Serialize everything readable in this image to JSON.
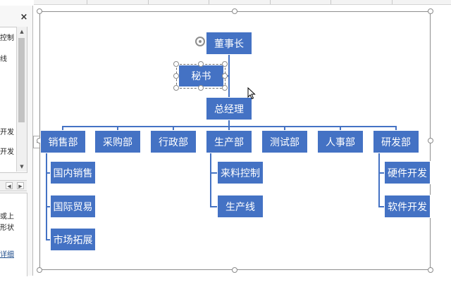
{
  "pane": {
    "close_label": "×",
    "list_lines": [
      "控制",
      "线",
      "开发",
      "开发"
    ],
    "desc_lines": [
      "或上",
      "形状"
    ],
    "link_label": "详细",
    "expand_label": "›",
    "scroll_up": "▲",
    "scroll_down": "▼",
    "scroll_left": "◀",
    "scroll_right": "▶"
  },
  "org": {
    "chairman": "董事长",
    "secretary": "秘书",
    "gm": "总经理",
    "departments": [
      {
        "label": "销售部",
        "children": [
          "国内销售",
          "国际贸易",
          "市场拓展"
        ]
      },
      {
        "label": "采购部",
        "children": []
      },
      {
        "label": "行政部",
        "children": []
      },
      {
        "label": "生产部",
        "children": [
          "来料控制",
          "生产线"
        ]
      },
      {
        "label": "测试部",
        "children": []
      },
      {
        "label": "人事部",
        "children": []
      },
      {
        "label": "研发部",
        "children": [
          "硬件开发",
          "软件开发"
        ]
      }
    ]
  },
  "colors": {
    "box_fill": "#4472c4",
    "connector": "#4472c4",
    "frame_border": "#8e8e8e"
  }
}
